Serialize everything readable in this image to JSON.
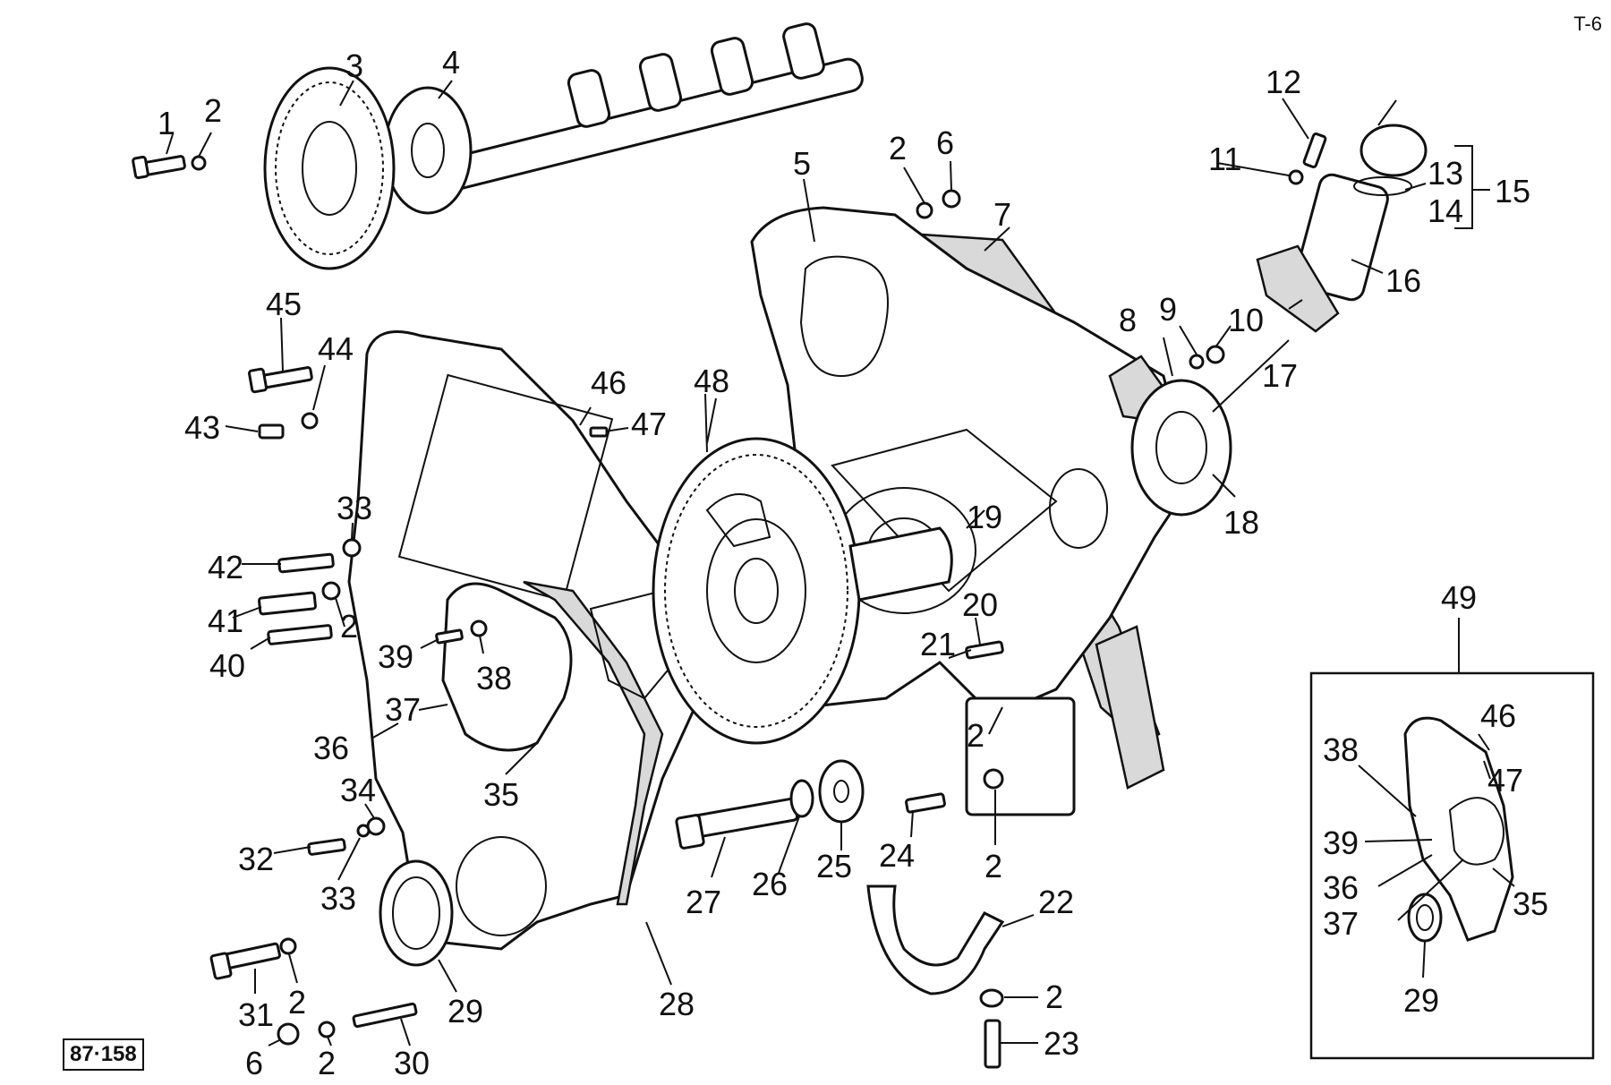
{
  "sheet_code": "T-6",
  "drawing_ref": "87·158",
  "colors": {
    "ink": "#111111",
    "paper": "#ffffff",
    "gasket_fill": "#d9d9d9"
  },
  "callouts": {
    "c1": "1",
    "c2a": "2",
    "c3": "3",
    "c4": "4",
    "c5": "5",
    "c2b": "2",
    "c6a": "6",
    "c7": "7",
    "c12": "12",
    "c11": "11",
    "c13": "13",
    "c14": "14",
    "c15": "15",
    "c16": "16",
    "c17": "17",
    "c8": "8",
    "c9": "9",
    "c10": "10",
    "c18": "18",
    "c45": "45",
    "c44": "44",
    "c43": "43",
    "c46": "46",
    "c47": "47",
    "c48": "48",
    "c33a": "33",
    "c42": "42",
    "c41": "41",
    "c2c": "2",
    "c40": "40",
    "c39": "39",
    "c38": "38",
    "c37": "37",
    "c36": "36",
    "c35": "35",
    "c19": "19",
    "c20": "20",
    "c21": "21",
    "c2d": "2",
    "c34": "34",
    "c32": "32",
    "c33b": "33",
    "c27": "27",
    "c26": "26",
    "c25": "25",
    "c24": "24",
    "c2e": "2",
    "c22": "22",
    "c31": "31",
    "c2f": "2",
    "c29": "29",
    "c28": "28",
    "c6b": "6",
    "c2g": "2",
    "c30": "30",
    "c2h": "2",
    "c23": "23",
    "c49": "49",
    "i38": "38",
    "i46": "46",
    "i47": "47",
    "i39": "39",
    "i36": "36",
    "i37": "37",
    "i35": "35",
    "i29": "29"
  }
}
